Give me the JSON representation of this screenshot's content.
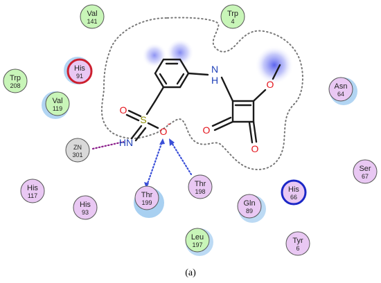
{
  "residues": [
    {
      "id": "val141",
      "name": "Val",
      "number": "141",
      "kind": "hydrophobic",
      "highlight": "none"
    },
    {
      "id": "trp4",
      "name": "Trp",
      "number": "4",
      "kind": "hydrophobic",
      "highlight": "none"
    },
    {
      "id": "his91",
      "name": "His",
      "number": "91",
      "kind": "polar",
      "highlight": "red"
    },
    {
      "id": "trp208",
      "name": "Trp",
      "number": "208",
      "kind": "hydrophobic",
      "highlight": "none"
    },
    {
      "id": "val119",
      "name": "Val",
      "number": "119",
      "kind": "hydrophobic",
      "highlight": "none"
    },
    {
      "id": "asn64",
      "name": "Asn",
      "number": "64",
      "kind": "polar",
      "highlight": "none"
    },
    {
      "id": "zn301",
      "name": "ZN",
      "number": "301",
      "kind": "metal",
      "highlight": "none"
    },
    {
      "id": "ser67",
      "name": "Ser",
      "number": "67",
      "kind": "polar",
      "highlight": "none"
    },
    {
      "id": "his117",
      "name": "His",
      "number": "117",
      "kind": "polar",
      "highlight": "none"
    },
    {
      "id": "thr198",
      "name": "Thr",
      "number": "198",
      "kind": "polar",
      "highlight": "none"
    },
    {
      "id": "thr199",
      "name": "Thr",
      "number": "199",
      "kind": "polar",
      "highlight": "none"
    },
    {
      "id": "his66",
      "name": "His",
      "number": "66",
      "kind": "polar",
      "highlight": "blue"
    },
    {
      "id": "his93",
      "name": "His",
      "number": "93",
      "kind": "polar",
      "highlight": "none"
    },
    {
      "id": "gln89",
      "name": "Gln",
      "number": "89",
      "kind": "polar",
      "highlight": "none"
    },
    {
      "id": "leu197",
      "name": "Leu",
      "number": "197",
      "kind": "hydrophobic",
      "highlight": "none"
    },
    {
      "id": "tyr6",
      "name": "Tyr",
      "number": "6",
      "kind": "polar",
      "highlight": "none"
    }
  ],
  "ligand_atoms": {
    "nh_amine": "N",
    "h_amine": "H",
    "o_methoxy": "O",
    "o_carbonyl_1": "O",
    "o_carbonyl_2": "O",
    "s_sulfonyl": "S",
    "o_sulfonyl_1": "O",
    "o_sulfonyl_2": "O",
    "o_minus": "-",
    "hn_sulfonamide": "HN"
  },
  "colors": {
    "hydrophobic_fill": "#c8f5b8",
    "polar_fill": "#e9c8f3",
    "metal_fill": "#d9d9d9",
    "highlight_red": "#cc1f2e",
    "highlight_blue": "#1b27c6",
    "exposure_halo": "#9fcbf0",
    "oxygen": "#e3131b",
    "nitrogen": "#1e3fb8",
    "sulfur": "#8c8c00",
    "hbond": "#3a4fd8",
    "metal_bond": "#8b1e8b"
  },
  "caption": "(a)"
}
